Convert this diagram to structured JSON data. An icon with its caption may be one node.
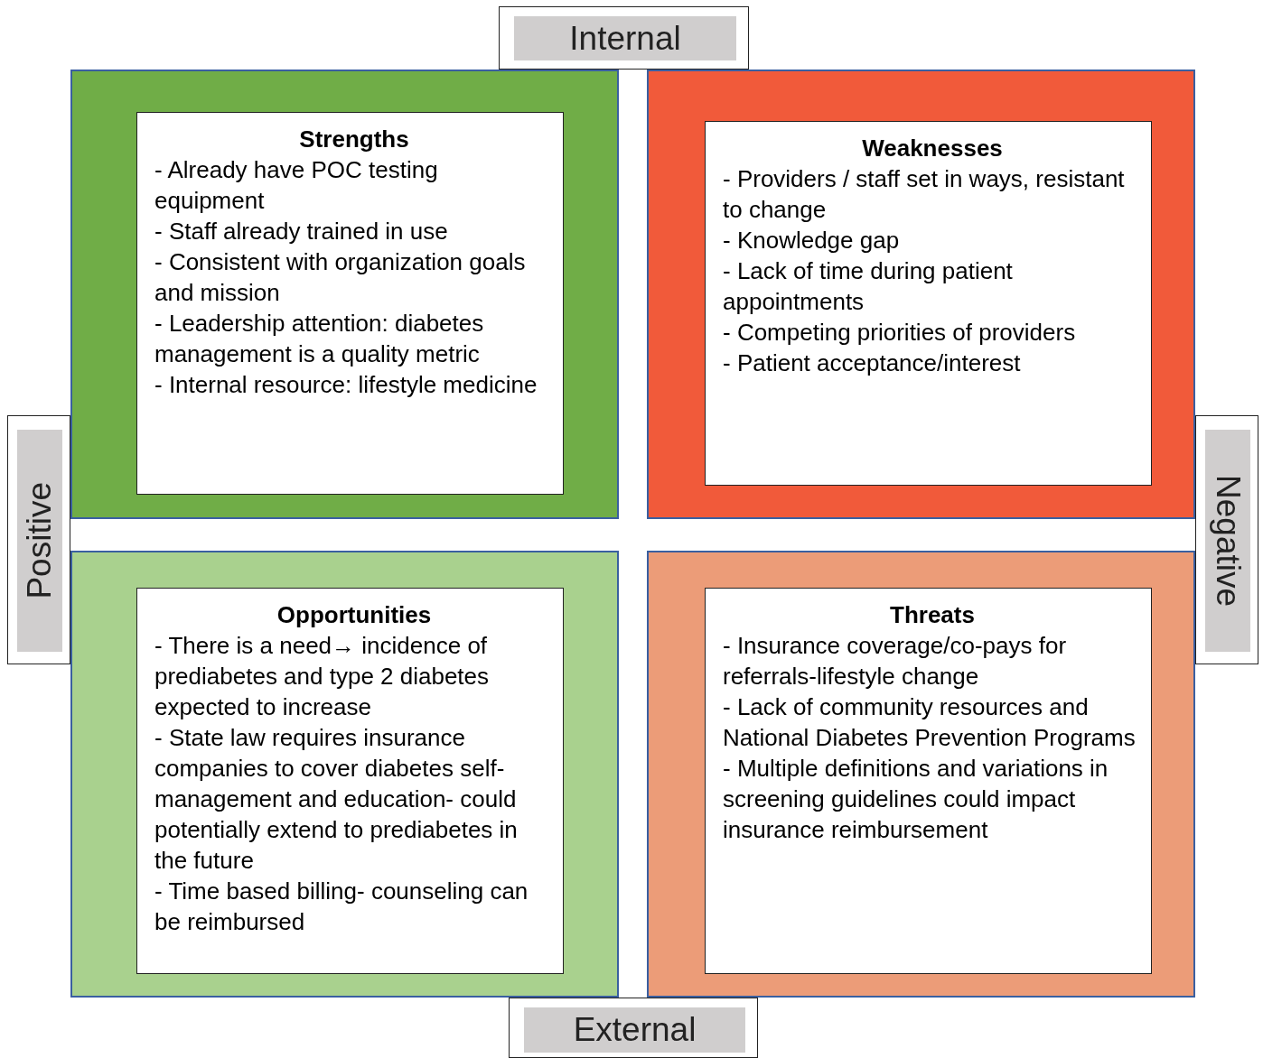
{
  "diagram": {
    "nodes": [
      {
        "text": [
          "Internal"
        ]
      },
      {
        "text": [],
        "shape": "box"
      },
      {
        "text": [
          "Strengths",
          "- Already have POC testing equipment",
          "- Staff already trained in use",
          "- Consistent with organization goals and mission",
          "- Leadership attention: diabetes management is a quality metric",
          "- Internal resource: lifestyle medicine"
        ],
        "in": 1
      },
      {
        "text": [],
        "shape": "box"
      },
      {
        "text": [
          "Weaknesses",
          "- Providers / staff set in ways, resistant to change",
          "- Knowledge gap",
          "- Lack of time during patient appointments",
          "- Competing priorities of providers",
          "- Patient acceptance/interest"
        ],
        "in": 3
      },
      {
        "text": [
          "Positive"
        ]
      },
      {
        "text": [
          "Negative"
        ]
      },
      {
        "text": [],
        "shape": "box"
      },
      {
        "text": [
          "Opportunities",
          "- There is a need→ incidence of prediabetes and type 2 diabetes expected to increase",
          "- State law requires insurance companies to cover diabetes self-management and education- could potentially extend to prediabetes in the future",
          "- Time based billing- counseling can be reimbursed"
        ],
        "in": 7
      },
      {
        "text": [],
        "shape": "box"
      },
      {
        "text": [
          "Threats",
          "- Insurance coverage/co-pays for referrals-lifestyle change",
          "- Lack of community resources and National Diabetes Prevention Programs",
          "- Multiple definitions and variations in screening guidelines could impact insurance reimbursement"
        ],
        "in": 9
      },
      {
        "text": [
          "External"
        ]
      }
    ]
  }
}
